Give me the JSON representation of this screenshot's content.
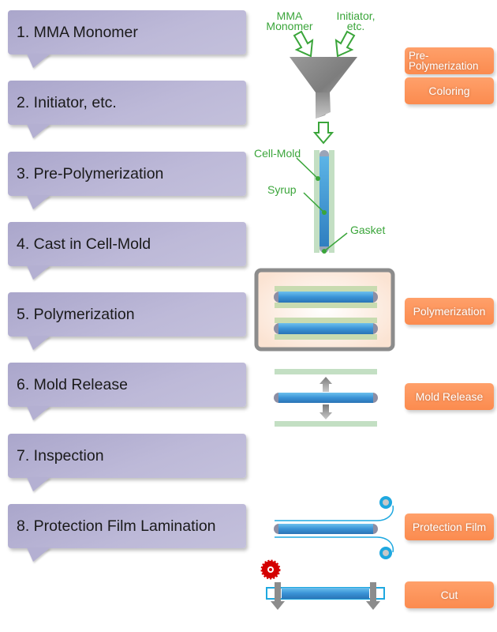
{
  "steps": [
    {
      "label": "1. MMA Monomer"
    },
    {
      "label": "2. Initiator, etc."
    },
    {
      "label": "3. Pre-Polymerization"
    },
    {
      "label": "4. Cast in Cell-Mold"
    },
    {
      "label": "5. Polymerization"
    },
    {
      "label": "6. Mold Release"
    },
    {
      "label": "7. Inspection"
    },
    {
      "label": "8. Protection Film Lamination"
    }
  ],
  "tags": {
    "pre_polymerization_line1": "Pre-",
    "pre_polymerization_line2": "Polymerization",
    "coloring": "Coloring",
    "polymerization": "Polymerization",
    "mold_release": "Mold Release",
    "protection_film": "Protection Film",
    "cut": "Cut"
  },
  "illustration_labels": {
    "mma_monomer_line1": "MMA",
    "mma_monomer_line2": "Monomer",
    "initiator_line1": "Initiator,",
    "initiator_line2": "etc.",
    "cell_mold": "Cell-Mold",
    "syrup": "Syrup",
    "gasket": "Gasket"
  },
  "colors": {
    "step_box": "#b4b0d2",
    "tag_orange": "#fb8b4f",
    "label_green": "#3aa53a",
    "sheet_blue": "#3a8fd0",
    "mold_green": "#c3dfc3",
    "saw_red": "#d40000",
    "film_cyan": "#1ea8e0"
  }
}
